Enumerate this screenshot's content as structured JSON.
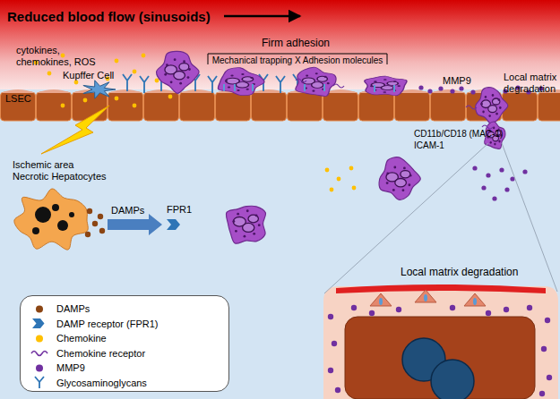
{
  "diagram": {
    "nodes": [
      {
        "text": [
          "Reduced blood flow (sinusoids)"
        ]
      },
      {
        "text": [
          "Local matrix degradation"
        ]
      }
    ],
    "edges": [],
    "labels": [
      "cytokines, chemokines, ROS",
      "Kupffer Cell",
      "LSEC",
      "Firm adhesion",
      "Mechanical trapping X Adhesion molecules",
      "MMP9",
      "Local matrix degradation",
      "CD11b/CD18 (MAC-1)",
      "ICAM-1",
      "Ischemic area",
      "Necrotic Hepatocytes",
      "DAMPs",
      "FPR1"
    ],
    "legend": [
      {
        "text": "DAMPs",
        "color": "#8b4513"
      },
      {
        "text": "DAMP receptor (FPR1)"
      },
      {
        "text": "Chemokine",
        "color": "#ffc000"
      },
      {
        "text": "Chemokine receptor"
      },
      {
        "text": "MMP9",
        "color": "#7030a0"
      },
      {
        "text": "Glycosaminoglycans"
      }
    ]
  }
}
